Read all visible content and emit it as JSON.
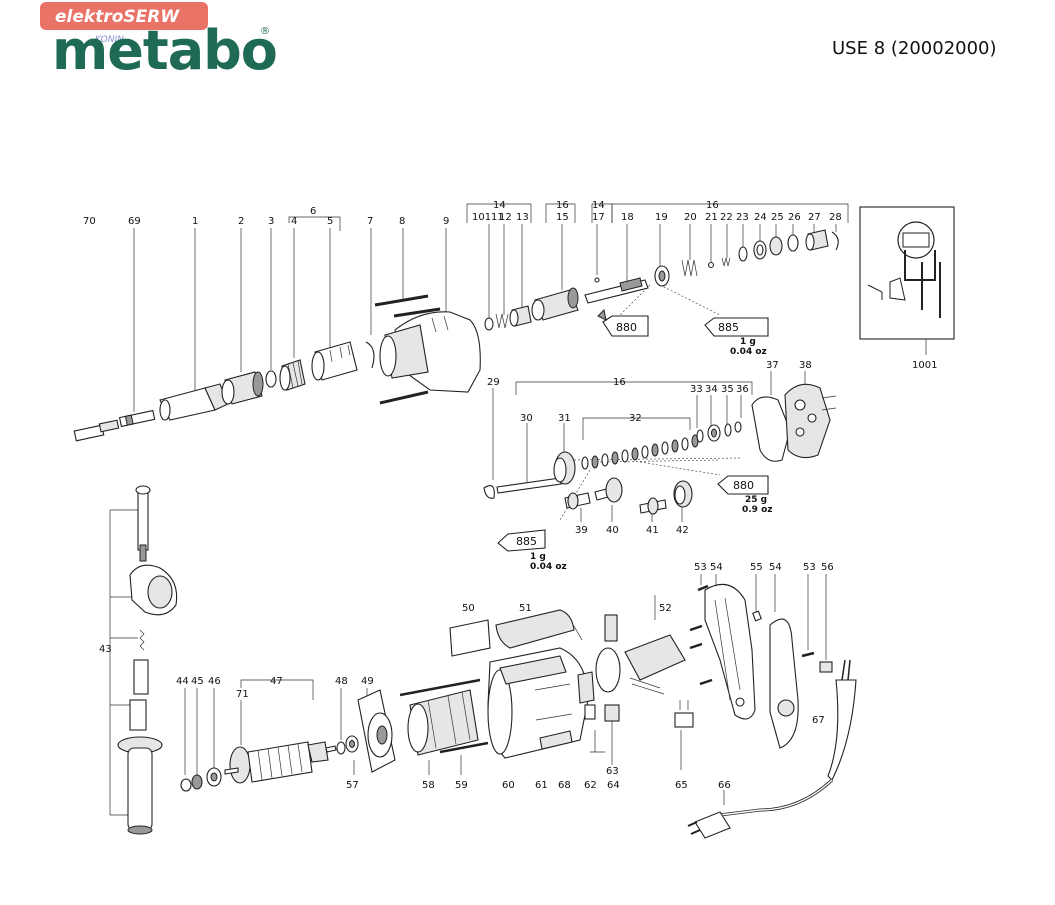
{
  "header": {
    "watermark_brand": "elektroSERW",
    "watermark_city": "KONIN",
    "logo_text": "metabo",
    "registered_mark": "®",
    "model_title": "USE 8 (20002000)"
  },
  "lubricants": {
    "tube_880": "880",
    "tube_885": "885",
    "qty_1g": "1 g",
    "qty_004oz": "0.04 oz",
    "qty_25g": "25 g",
    "qty_09oz": "0.9 oz"
  },
  "part_labels": {
    "p70": "70",
    "p69": "69",
    "p1": "1",
    "p2": "2",
    "p3": "3",
    "p4": "4",
    "p5": "5",
    "p6": "6",
    "p7": "7",
    "p8": "8",
    "p9": "9",
    "p14a": "14",
    "p101": "101",
    "p11": "11",
    "p12": "12",
    "p13": "13",
    "p16a": "16",
    "p15": "15",
    "p14b": "14",
    "p17": "17",
    "p16b": "16",
    "p18": "18",
    "p19": "19",
    "p20": "20",
    "p21": "21",
    "p22": "22",
    "p23": "23",
    "p24": "24",
    "p25": "25",
    "p26": "26",
    "p27": "27",
    "p28": "28",
    "p1001": "1001",
    "p29": "29",
    "p16c": "16",
    "p30": "30",
    "p31": "31",
    "p32": "32",
    "p33": "33",
    "p34": "34",
    "p35": "35",
    "p36": "36",
    "p37": "37",
    "p38": "38",
    "p39": "39",
    "p40": "40",
    "p41": "41",
    "p42": "42",
    "p43": "43",
    "p44": "44",
    "p45": "45",
    "p46": "46",
    "p47": "47",
    "p71": "71",
    "p48": "48",
    "p49": "49",
    "p57": "57",
    "p58": "58",
    "p59": "59",
    "p50": "50",
    "p51": "51",
    "p60": "60",
    "p61": "61",
    "p68": "68",
    "p62": "62",
    "p63": "63",
    "p64": "64",
    "p52": "52",
    "p65": "65",
    "p53a": "53",
    "p54a": "54",
    "p55": "55",
    "p54b": "54",
    "p53b": "53",
    "p56": "56",
    "p67": "67",
    "p66": "66"
  },
  "colors": {
    "logo_green": "#1e6a55",
    "watermark_red": "#e65a4e"
  }
}
